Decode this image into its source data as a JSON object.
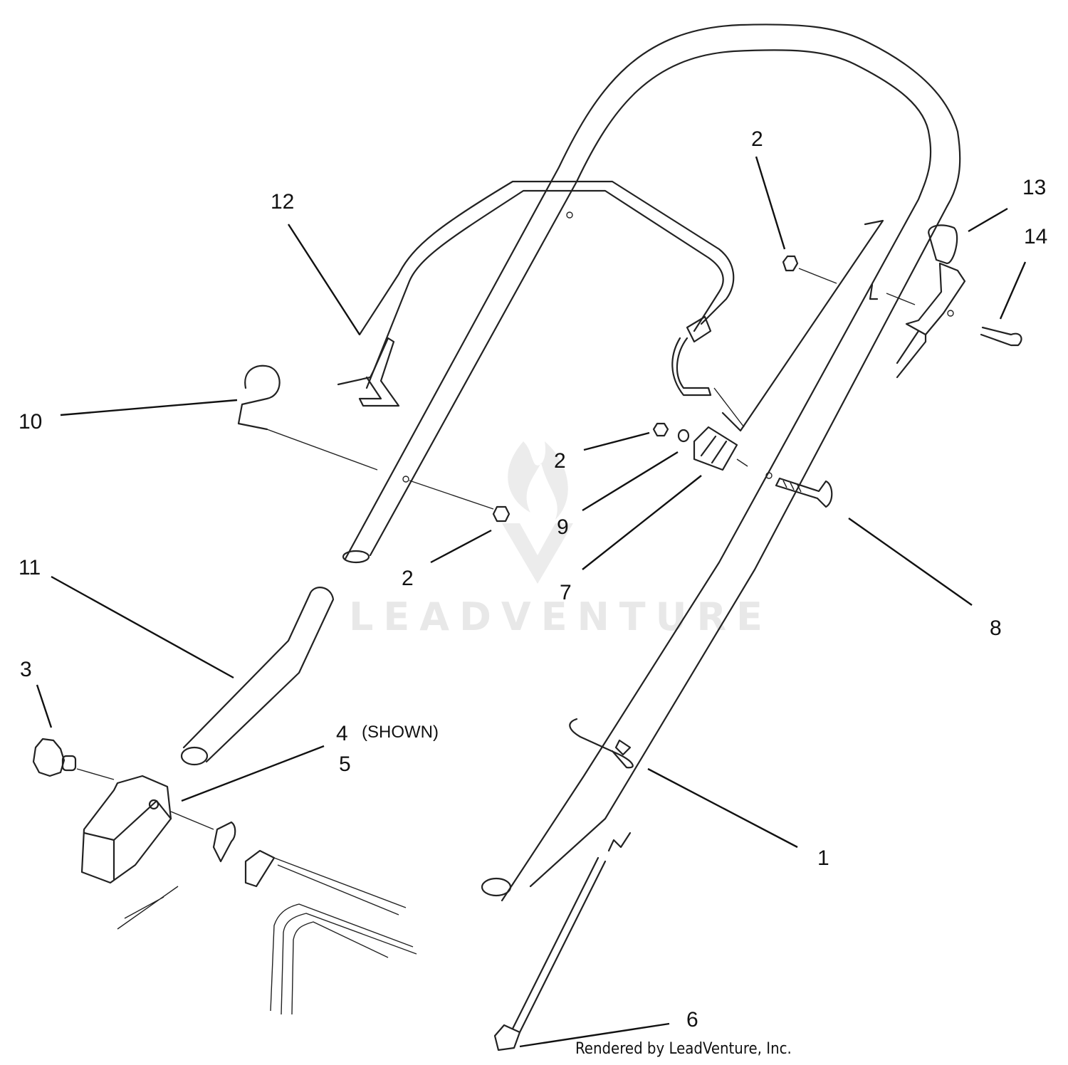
{
  "callouts": [
    {
      "id": "c1",
      "text": "1"
    },
    {
      "id": "c2a",
      "text": "2"
    },
    {
      "id": "c2b",
      "text": "2"
    },
    {
      "id": "c2c",
      "text": "2"
    },
    {
      "id": "c3",
      "text": "3"
    },
    {
      "id": "c4",
      "text": "4"
    },
    {
      "id": "c5",
      "text": "5"
    },
    {
      "id": "c6",
      "text": "6"
    },
    {
      "id": "c7",
      "text": "7"
    },
    {
      "id": "c8",
      "text": "8"
    },
    {
      "id": "c9",
      "text": "9"
    },
    {
      "id": "c10",
      "text": "10"
    },
    {
      "id": "c11",
      "text": "11"
    },
    {
      "id": "c12",
      "text": "12"
    },
    {
      "id": "c13",
      "text": "13"
    },
    {
      "id": "c14",
      "text": "14"
    }
  ],
  "note_shown": "(SHOWN)",
  "credit": "Rendered by LeadVenture, Inc.",
  "watermark": "LEADVENTURE",
  "colors": {
    "line": "#222222",
    "watermark": "#e8e8e8",
    "background": "#ffffff"
  }
}
